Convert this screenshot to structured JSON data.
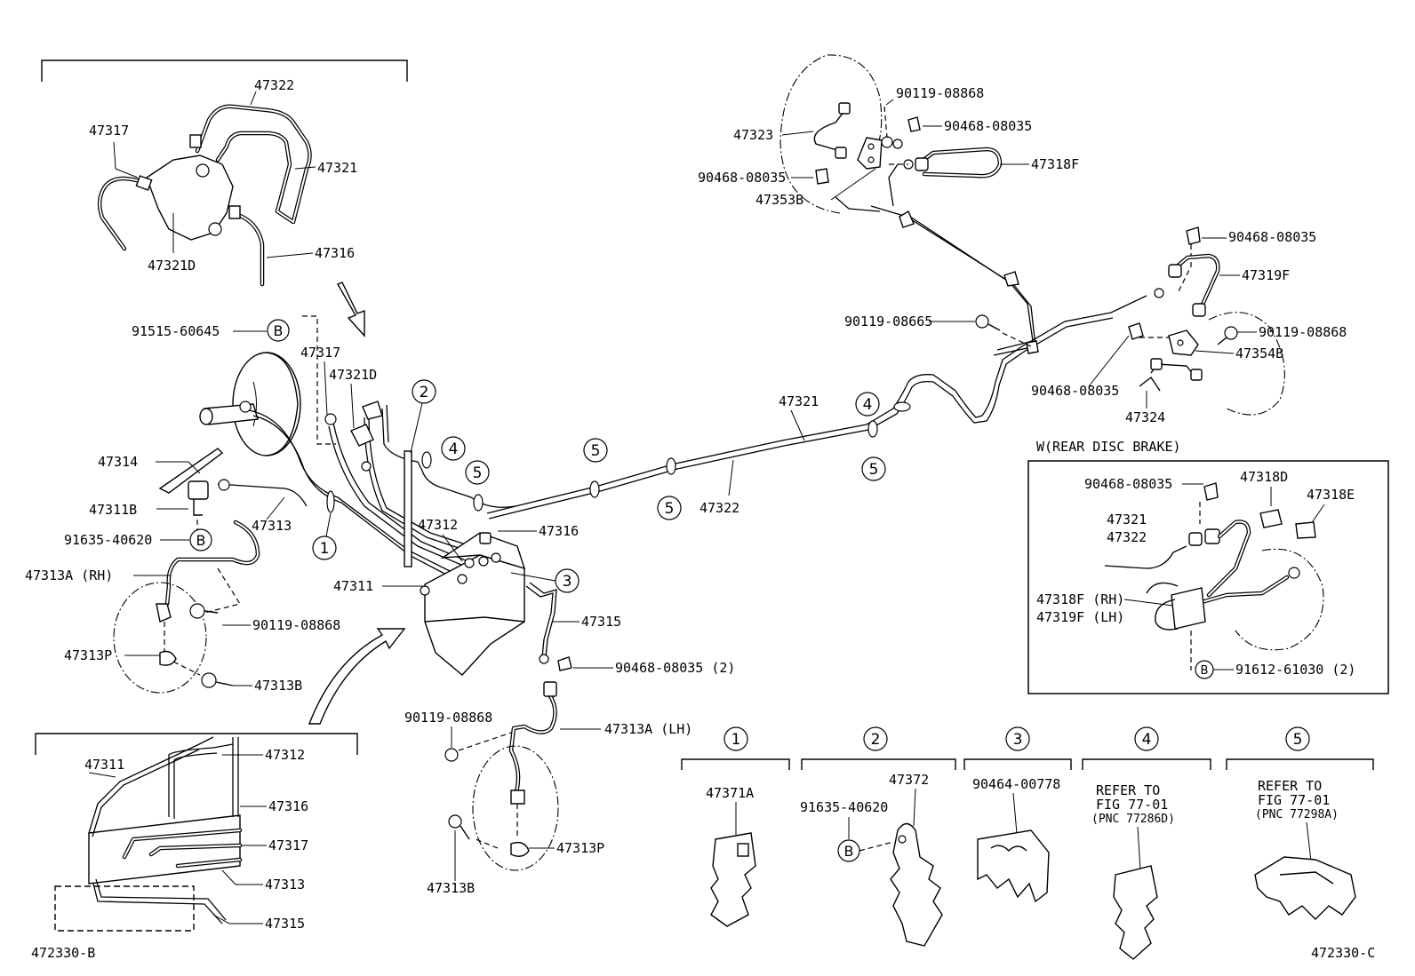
{
  "labels": {
    "p47322_top": "47322",
    "p47317_top": "47317",
    "p47321_top": "47321",
    "p47321D_top": "47321D",
    "p47316_top": "47316",
    "p91515": "91515-60645",
    "p47317_mid": "47317",
    "p47321D_mid": "47321D",
    "p47314": "47314",
    "p47311B": "47311B",
    "p47313": "47313",
    "p91635_mid": "91635-40620",
    "p47313A_RH": "47313A (RH)",
    "p90119_left": "90119-08868",
    "p47313P_left": "47313P",
    "p47313B_left": "47313B",
    "p47312_mid": "47312",
    "p47316_mid": "47316",
    "p47311_mid": "47311",
    "p47315_mid": "47315",
    "p90468_2": "90468-08035 (2)",
    "p90119_low": "90119-08868",
    "p47313A_LH": "47313A (LH)",
    "p47313P_low": "47313P",
    "p47313B_low": "47313B",
    "p47311_inset": "47311",
    "p47312_inset": "47312",
    "p47316_inset": "47316",
    "p47317_inset": "47317",
    "p47313_inset": "47313",
    "p47315_inset": "47315",
    "fig_left": "472330-B",
    "fig_right": "472330-C",
    "p47321_main": "47321",
    "p47322_main": "47322",
    "p90119_tr1": "90119-08868",
    "p90468_tr1": "90468-08035",
    "p47323": "47323",
    "p90468_tr2": "90468-08035",
    "p47318F": "47318F",
    "p47353B": "47353B",
    "p90468_r1": "90468-08035",
    "p47319F": "47319F",
    "p90119_r": "90119-08665",
    "p90119_r2": "90119-08868",
    "p47354B": "47354B",
    "p90468_r2": "90468-08035",
    "p47324": "47324",
    "w_title": "W(REAR DISC BRAKE)",
    "w_90468": "90468-08035",
    "w_47318D": "47318D",
    "w_47318E": "47318E",
    "w_47321": "47321",
    "w_47322": "47322",
    "w_47318F": "47318F (RH)",
    "w_47319F": "47319F (LH)",
    "w_91612": "91612-61030 (2)",
    "c1_part": "47371A",
    "c2_part": "47372",
    "c2_bolt": "91635-40620",
    "c3_part": "90464-00778",
    "c4_ref1": "REFER TO",
    "c4_ref2": "FIG 77-01",
    "c4_ref3": "(PNC 77286D)",
    "c5_ref1": "REFER TO",
    "c5_ref2": "FIG 77-01",
    "c5_ref3": "(PNC 77298A)"
  },
  "markers": {
    "one": "1",
    "two": "2",
    "three": "3",
    "four": "4",
    "five": "5",
    "b": "B"
  }
}
